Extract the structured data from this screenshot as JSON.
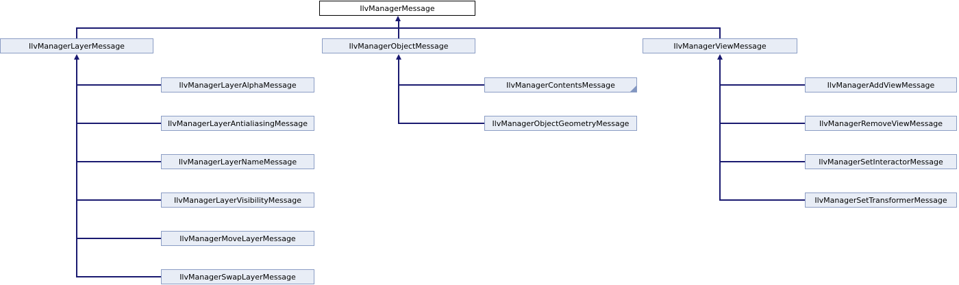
{
  "diagram": {
    "kind": "class-inheritance-graph",
    "root": {
      "label": "IlvManagerMessage"
    },
    "branches": [
      {
        "parent": {
          "label": "IlvManagerLayerMessage"
        },
        "children": [
          {
            "label": "IlvManagerLayerAlphaMessage"
          },
          {
            "label": "IlvManagerLayerAntialiasingMessage"
          },
          {
            "label": "IlvManagerLayerNameMessage"
          },
          {
            "label": "IlvManagerLayerVisibilityMessage"
          },
          {
            "label": "IlvManagerMoveLayerMessage"
          },
          {
            "label": "IlvManagerSwapLayerMessage"
          }
        ]
      },
      {
        "parent": {
          "label": "IlvManagerObjectMessage"
        },
        "children": [
          {
            "label": "IlvManagerContentsMessage",
            "has_more_derived": true
          },
          {
            "label": "IlvManagerObjectGeometryMessage"
          }
        ]
      },
      {
        "parent": {
          "label": "IlvManagerViewMessage"
        },
        "children": [
          {
            "label": "IlvManagerAddViewMessage"
          },
          {
            "label": "IlvManagerRemoveViewMessage"
          },
          {
            "label": "IlvManagerSetInteractorMessage"
          },
          {
            "label": "IlvManagerSetTransformerMessage"
          }
        ]
      }
    ],
    "colors": {
      "node_fill": "#e8edf6",
      "node_border": "#8a9cc4",
      "root_fill": "#ffffff",
      "root_border": "#000000",
      "edge": "#191970"
    }
  }
}
